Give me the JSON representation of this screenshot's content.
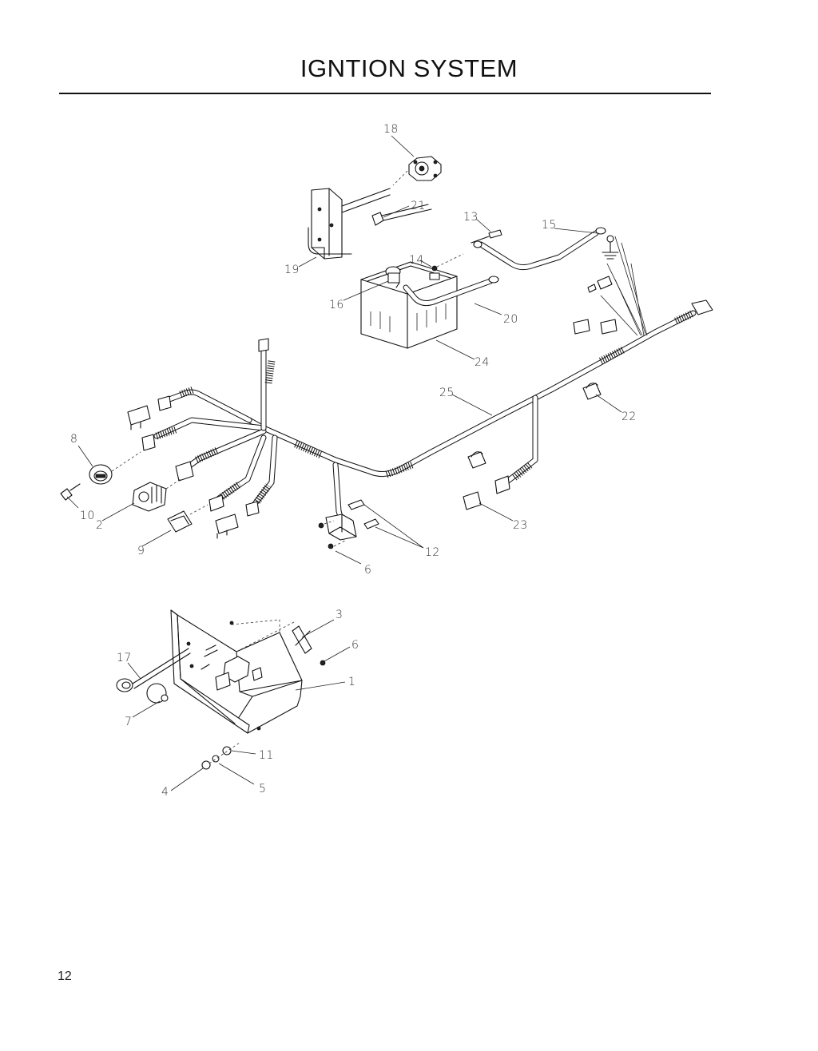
{
  "page": {
    "title": "IGNTION SYSTEM",
    "page_number": "12"
  },
  "callouts": {
    "c1": "1",
    "c2": "2",
    "c3": "3",
    "c4": "4",
    "c5": "5",
    "c6_a": "6",
    "c6_b": "6",
    "c7": "7",
    "c8": "8",
    "c9": "9",
    "c10": "10",
    "c11": "11",
    "c12": "12",
    "c13": "13",
    "c14": "14",
    "c15": "15",
    "c16": "16",
    "c17": "17",
    "c18": "18",
    "c19": "19",
    "c20": "20",
    "c21": "21",
    "c22": "22",
    "c23": "23",
    "c24": "24",
    "c25": "25"
  }
}
